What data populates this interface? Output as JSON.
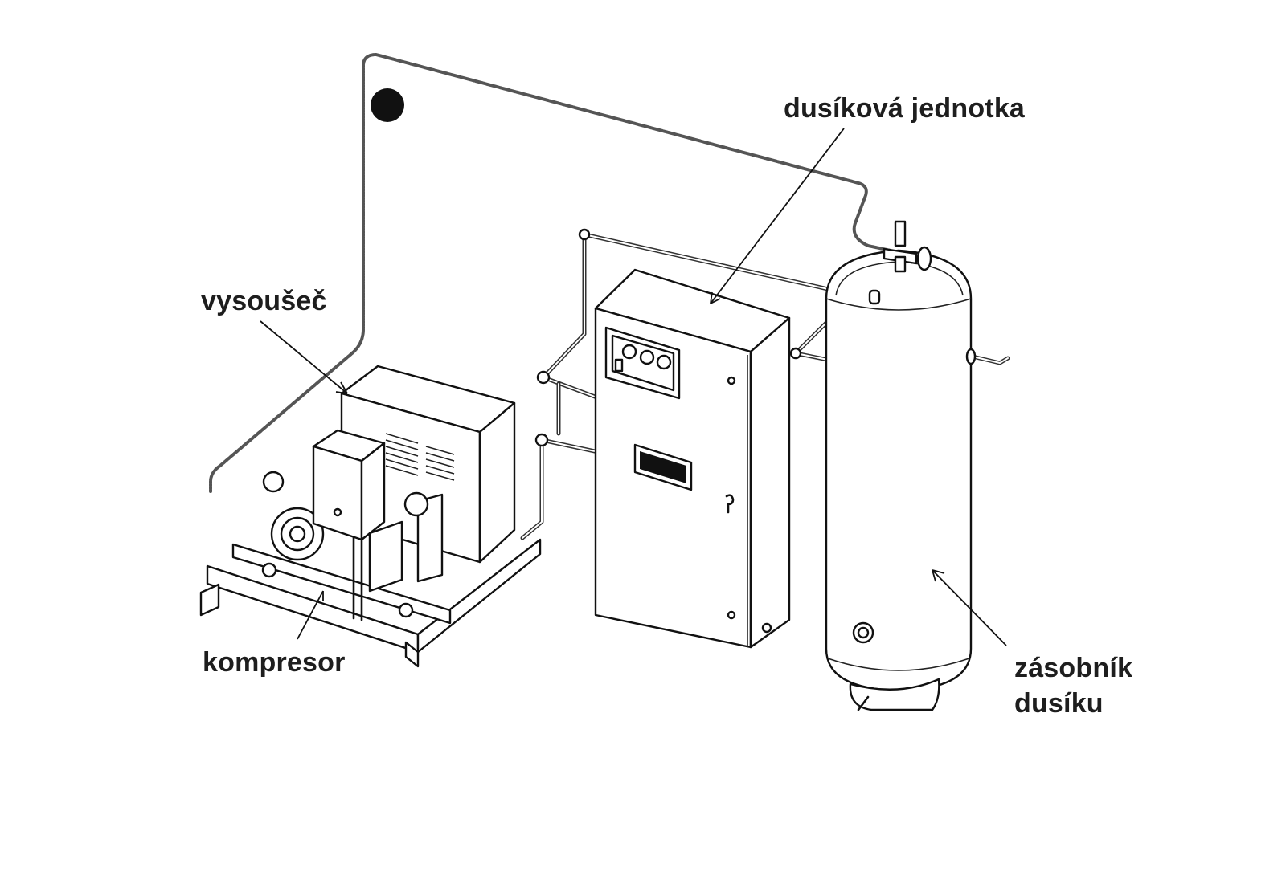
{
  "diagram": {
    "title": "",
    "labels": {
      "nitrogen_unit": "dusíková jednotka",
      "dryer": "vysoušeč",
      "compressor": "kompresor",
      "nitrogen_tank_line1": "zásobník",
      "nitrogen_tank_line2": "dusíku"
    },
    "components": [
      {
        "id": "compressor",
        "label": "kompresor"
      },
      {
        "id": "dryer",
        "label": "vysoušeč"
      },
      {
        "id": "nitrogen-unit",
        "label": "dusíková jednotka"
      },
      {
        "id": "nitrogen-tank",
        "label": "zásobník dusíku"
      }
    ],
    "connections": [
      {
        "from": "compressor",
        "to": "dryer"
      },
      {
        "from": "dryer",
        "to": "nitrogen-unit"
      },
      {
        "from": "nitrogen-unit",
        "to": "nitrogen-tank"
      },
      {
        "from": "dryer",
        "to": "nitrogen-tank",
        "note": "overhead tube"
      }
    ]
  }
}
